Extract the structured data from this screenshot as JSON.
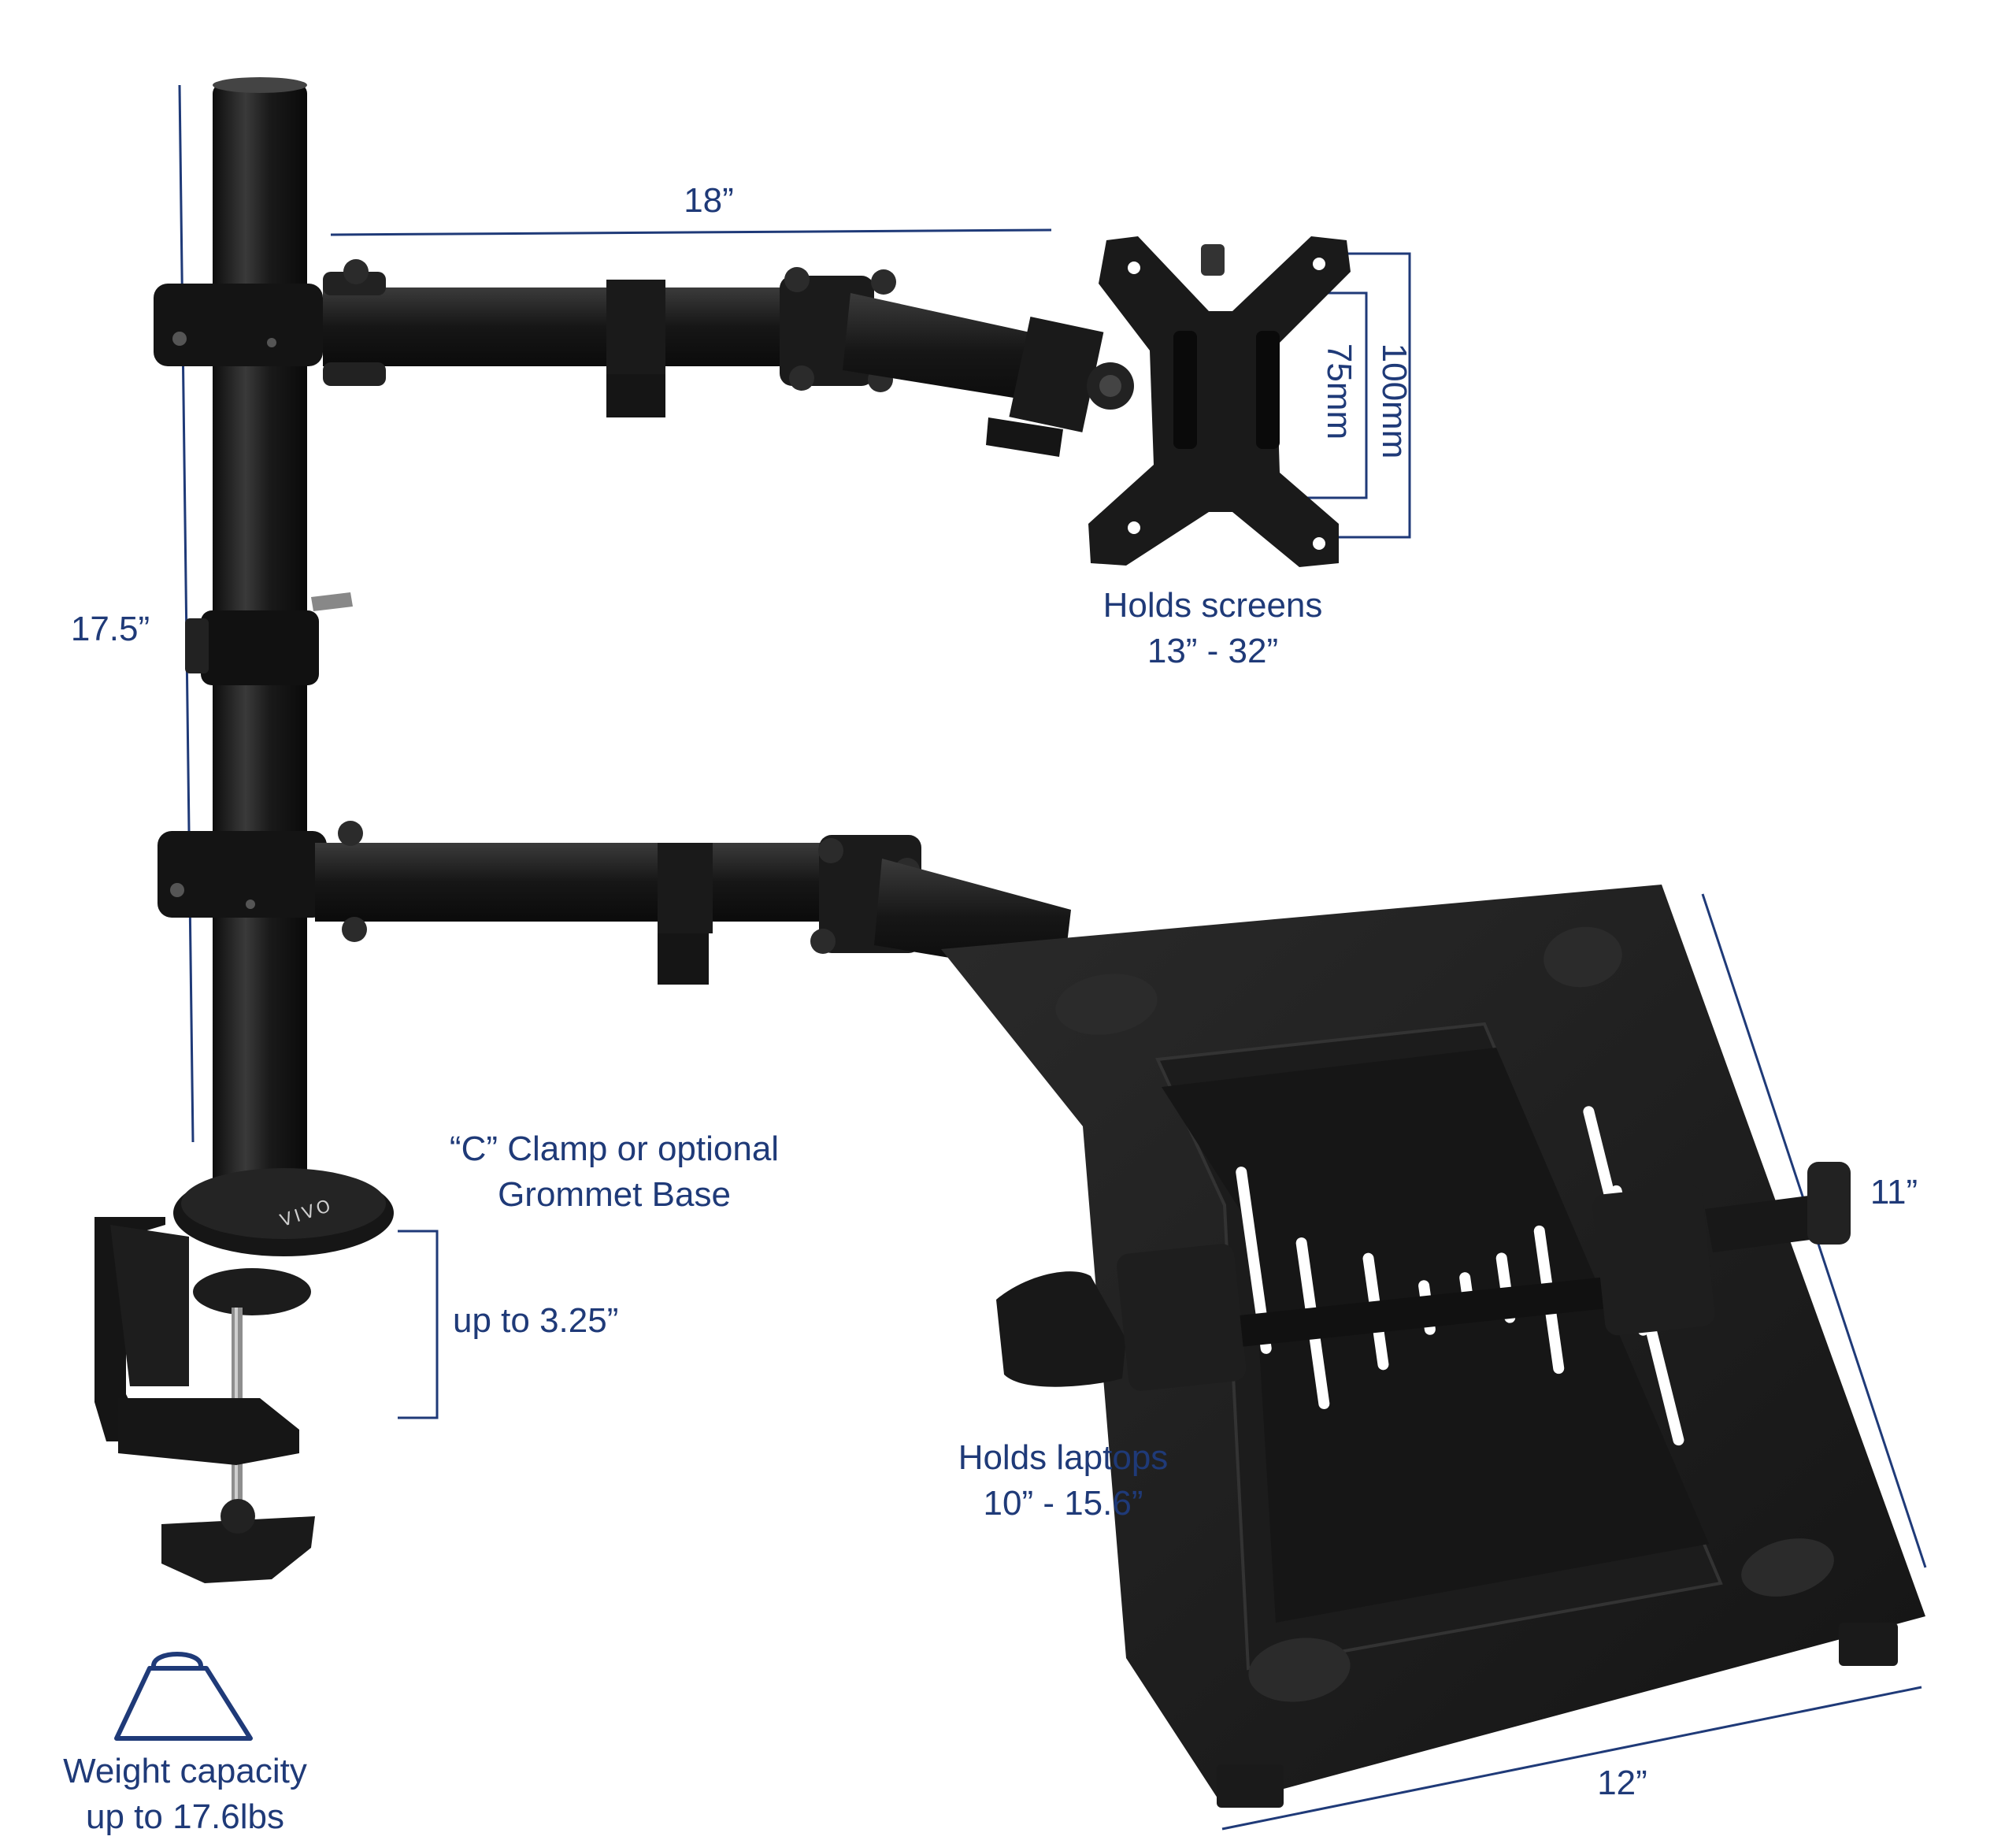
{
  "dimensions": {
    "arm_reach": "18”",
    "pole_height": "17.5”",
    "vesa_75": "75mm",
    "vesa_100": "100mm",
    "tray_width": "12”",
    "tray_depth": "11”",
    "clamp_range": "up to 3.25”"
  },
  "screens": {
    "line1": "Holds screens",
    "line2": "13” - 32”"
  },
  "clamp": {
    "line1": "“C” Clamp or optional",
    "line2": "Grommet Base"
  },
  "laptops": {
    "line1": "Holds laptops",
    "line2": "10” - 15.6”"
  },
  "weight": {
    "line1": "Weight capacity",
    "line2": "up to 17.6lbs",
    "icon": "weight-icon"
  },
  "brand": {
    "logo_text": "VIVO"
  },
  "colors": {
    "label": "#1f3a78",
    "product": "#151515",
    "product_highlight": "#3a3a3a"
  }
}
